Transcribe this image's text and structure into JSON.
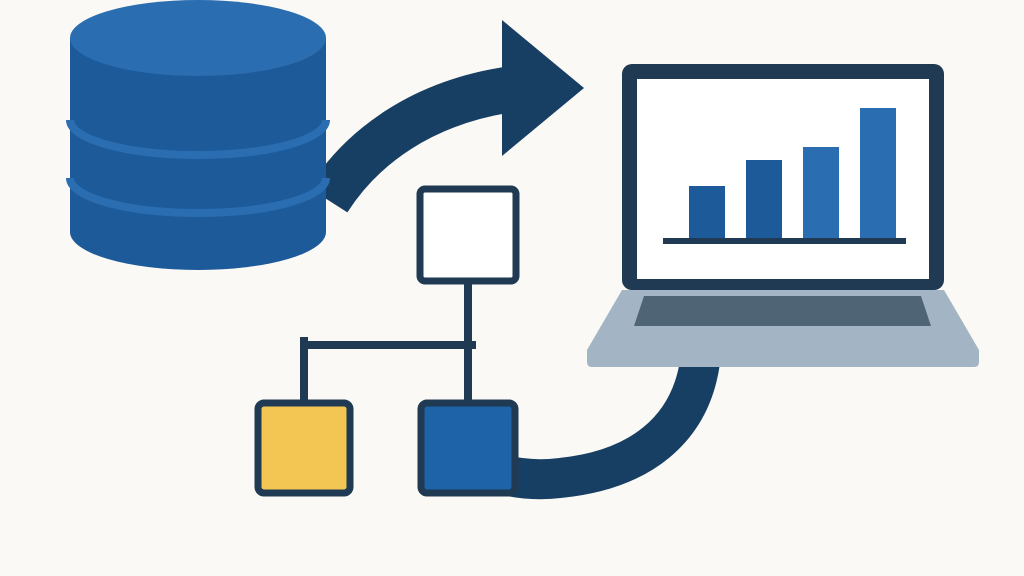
{
  "colors": {
    "background": "#fbf9f5",
    "database_top": "#2a6db1",
    "database_body": "#1d5a9a",
    "database_band": "#2a6db1",
    "arrow": "#173f63",
    "outline": "#1f3a52",
    "laptop_base": "#a3b5c4",
    "laptop_trackpad": "#4f6576",
    "screen": "#ffffff",
    "bar_dark": "#1d5a9a",
    "bar_light": "#2a6db1",
    "node_yellow": "#f3c552",
    "node_blue": "#1e62a8",
    "node_empty": "#ffffff"
  },
  "icons": {
    "database": "database-icon",
    "laptop": "laptop-icon",
    "hierarchy": "hierarchy-diagram-icon",
    "flow_arrows": "curved-arrow-icon"
  },
  "chart_data": {
    "type": "bar",
    "values": [
      2,
      3,
      3.5,
      5
    ],
    "colors": [
      "#1d5a9a",
      "#1d5a9a",
      "#2a6db1",
      "#2a6db1"
    ]
  }
}
